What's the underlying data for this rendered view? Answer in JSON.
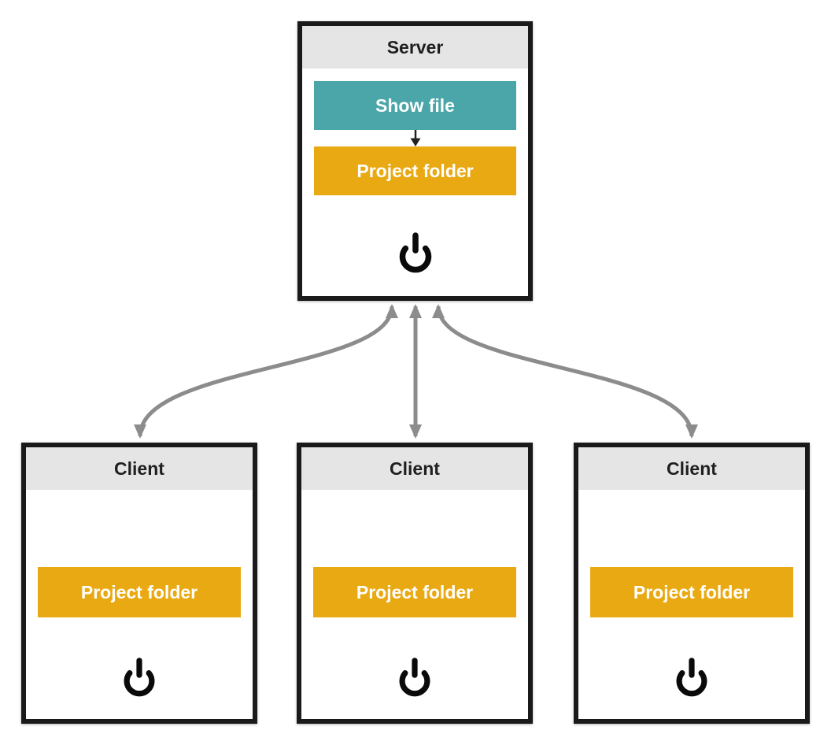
{
  "server": {
    "title": "Server",
    "show_file_label": "Show file",
    "project_folder_label": "Project folder"
  },
  "clients": [
    {
      "title": "Client",
      "project_folder_label": "Project folder"
    },
    {
      "title": "Client",
      "project_folder_label": "Project folder"
    },
    {
      "title": "Client",
      "project_folder_label": "Project folder"
    }
  ],
  "icons": {
    "power": "power-icon",
    "down_arrow": "down-arrow-icon",
    "connector": "double-headed-arrow"
  },
  "colors": {
    "node_border": "#1a1a1a",
    "header_bg": "#e5e5e5",
    "header_text": "#1f1f1f",
    "show_file_bg": "#4aa6a8",
    "project_folder_bg": "#e9a912",
    "button_text": "#ffffff",
    "connector_gray": "#8c8c8c",
    "mini_arrow_dark": "#222222",
    "power_icon": "#0a0a0a"
  }
}
